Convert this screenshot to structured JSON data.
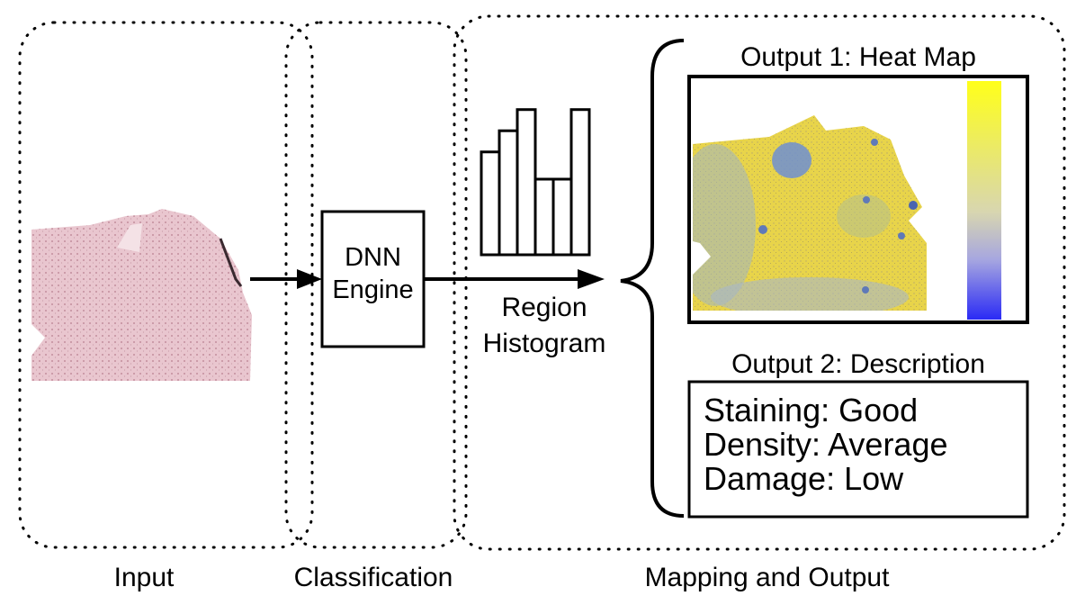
{
  "stages": {
    "input_label": "Input",
    "classification_label": "Classification",
    "mapping_label": "Mapping and Output"
  },
  "engine": {
    "line1": "DNN",
    "line2": "Engine"
  },
  "histogram": {
    "label_line1": "Region",
    "label_line2": "Histogram",
    "bar_levels": [
      0.68,
      0.82,
      0.96,
      0.5,
      0.5,
      0.96
    ]
  },
  "outputs": {
    "heatmap_title": "Output 1: Heat Map",
    "description_title": "Output 2: Description",
    "description_lines": [
      "Staining: Good",
      "Density: Average",
      "Damage: Low"
    ]
  },
  "colors": {
    "tissue_pink": "#e9c6cf",
    "heat_yellow": "#ffff1a",
    "heat_blue": "#2a2af5",
    "heat_mid": "#c9c48a"
  }
}
